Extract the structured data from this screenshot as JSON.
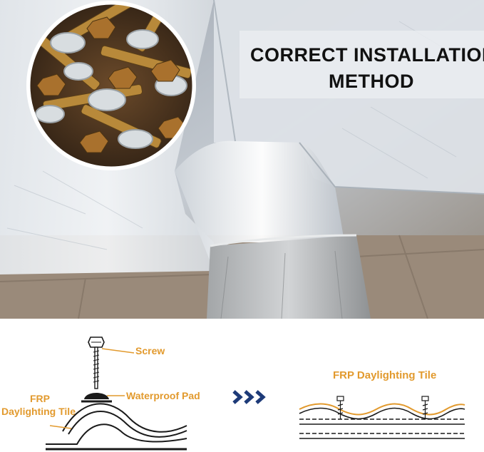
{
  "title": {
    "line1": "CORRECT INSTALLATION",
    "line2": "METHOD"
  },
  "left_diagram": {
    "labels": {
      "screw": "Screw",
      "waterproof_pad": "Waterproof Pad",
      "frp_line1": "FRP",
      "frp_line2": "Daylighting Tile"
    },
    "icons": {
      "screw": "screw-icon",
      "pad": "waterproof-pad-icon"
    }
  },
  "arrow_icon": "triple-chevron-right-icon",
  "right_diagram": {
    "label": "FRP Daylighting Tile"
  },
  "colors": {
    "label_orange": "#e29a2e",
    "arrow_navy": "#1d3a78",
    "line_dark": "#1a1a1a"
  }
}
